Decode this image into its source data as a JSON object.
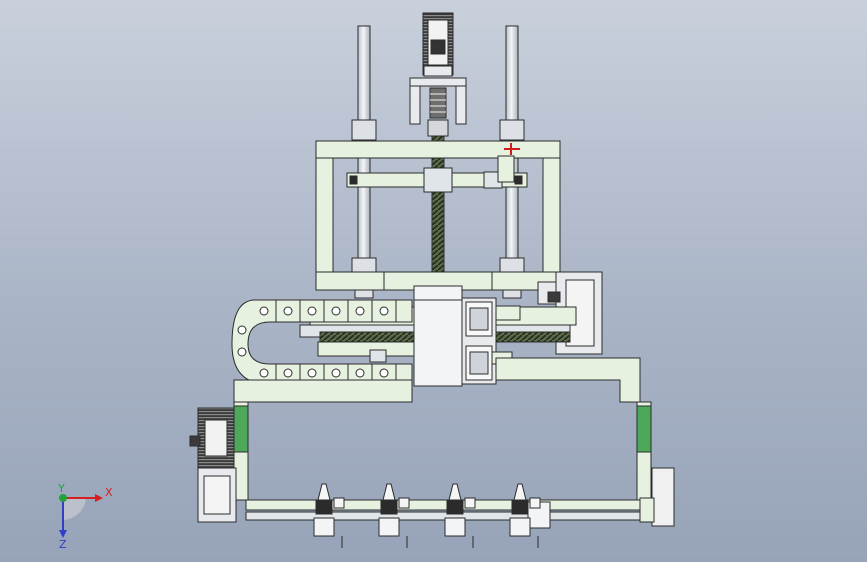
{
  "viewport": {
    "background_top": "#c9d0dc",
    "background_bottom": "#97a3b8"
  },
  "model": {
    "frame_color": "#e6f2df",
    "pad_color": "#4ea85a",
    "steel_color": "#e8eaee",
    "edge_color": "#2c2c2c",
    "screw_color": "#3d4a34",
    "motor_color": "#3a3a3a",
    "marker_color": "#d21c1c"
  },
  "triad": {
    "x_label": "X",
    "y_label": "Y",
    "z_label": "Z",
    "x_color": "#d81e1e",
    "y_color": "#23a23a",
    "z_color": "#2f3fc8"
  }
}
